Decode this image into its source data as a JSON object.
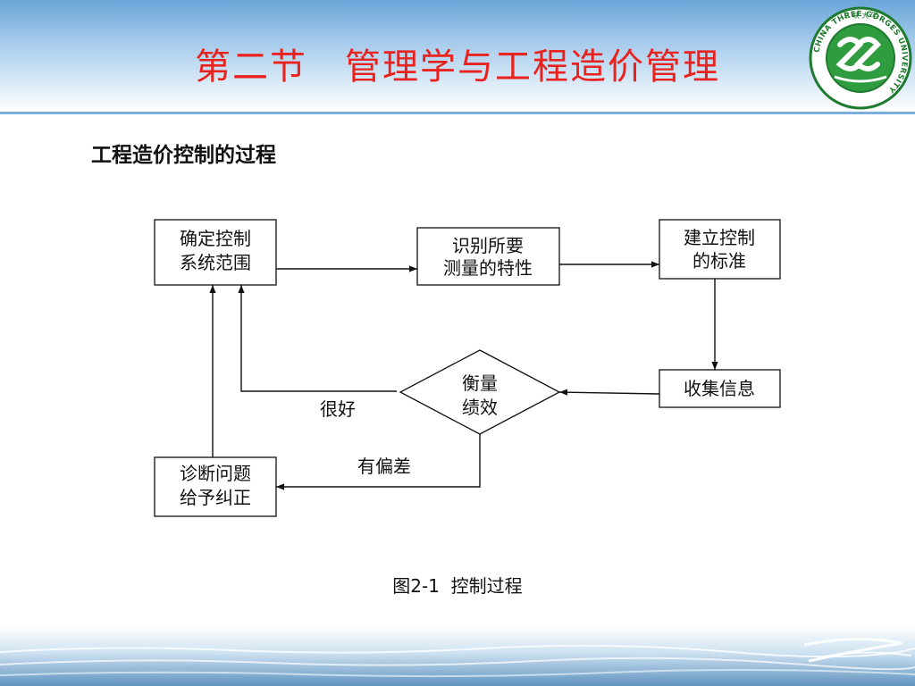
{
  "slide": {
    "title": "第二节　管理学与工程造价管理",
    "heading": "工程造价控制的过程",
    "caption": "图2-1  控制过程"
  },
  "logo": {
    "text": "CHINA THREE GORGES UNIVERSITY",
    "seal_top": "三 峡 大 学",
    "colors": {
      "ring": "#1e7a2e",
      "fill": "#2f9c3f"
    }
  },
  "diagram": {
    "nodes": [
      {
        "id": "define-scope",
        "lines": [
          "确定控制",
          "系统范围"
        ],
        "shape": "rect"
      },
      {
        "id": "identify-metrics",
        "lines": [
          "识别所要",
          "测量的特性"
        ],
        "shape": "rect"
      },
      {
        "id": "set-standard",
        "lines": [
          "建立控制",
          "的标准"
        ],
        "shape": "rect"
      },
      {
        "id": "collect-info",
        "lines": [
          "收集信息"
        ],
        "shape": "rect"
      },
      {
        "id": "measure-performance",
        "lines": [
          "衡量",
          "绩效"
        ],
        "shape": "diamond"
      },
      {
        "id": "diagnose-correct",
        "lines": [
          "诊断问题",
          "给予纠正"
        ],
        "shape": "rect"
      }
    ],
    "edges": [
      {
        "from": "define-scope",
        "to": "identify-metrics",
        "label": ""
      },
      {
        "from": "identify-metrics",
        "to": "set-standard",
        "label": ""
      },
      {
        "from": "set-standard",
        "to": "collect-info",
        "label": ""
      },
      {
        "from": "collect-info",
        "to": "measure-performance",
        "label": ""
      },
      {
        "from": "measure-performance",
        "to": "define-scope",
        "label": "很好"
      },
      {
        "from": "measure-performance",
        "to": "diagnose-correct",
        "label": "有偏差"
      },
      {
        "from": "diagnose-correct",
        "to": "define-scope",
        "label": ""
      }
    ]
  },
  "colors": {
    "title": "#e8231f",
    "header": "#6aa6d8",
    "text": "#111111"
  }
}
